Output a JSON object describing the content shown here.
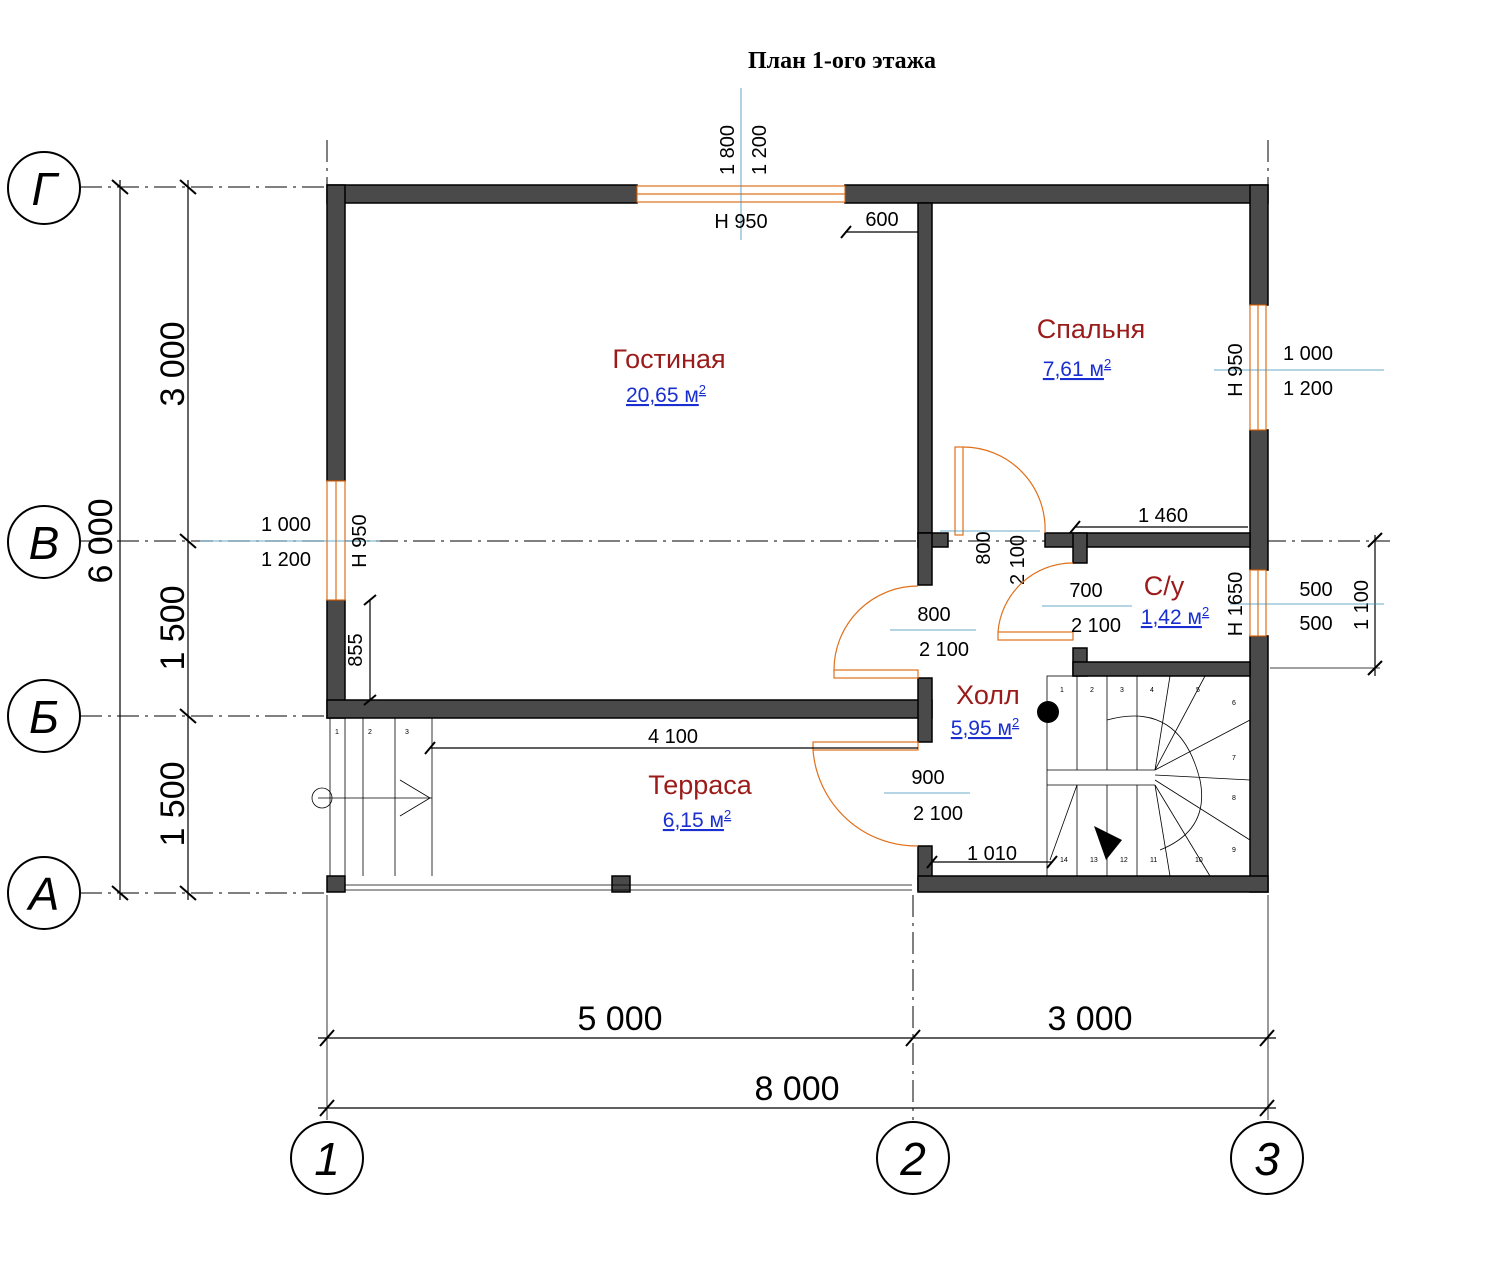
{
  "title": "План 1-ого этажа",
  "axes": {
    "G": "Г",
    "V": "В",
    "B": "Б",
    "A": "А",
    "c1": "1",
    "c2": "2",
    "c3": "3"
  },
  "rooms": {
    "living": {
      "name": "Гостиная",
      "area": "20,65 м",
      "sup": "2"
    },
    "bedroom": {
      "name": "Спальня",
      "area": "7,61 м",
      "sup": "2"
    },
    "wc": {
      "name": "С/у",
      "area": "1,42 м",
      "sup": "2"
    },
    "hall": {
      "name": "Холл",
      "area": "5,95 м",
      "sup": "2"
    },
    "terrace": {
      "name": "Терраса",
      "area": "6,15 м",
      "sup": "2"
    }
  },
  "dims": {
    "left_3000": "3 000",
    "left_6000": "6 000",
    "left_1500a": "1 500",
    "left_1500b": "1 500",
    "bottom_5000": "5 000",
    "bottom_3000": "3 000",
    "bottom_8000": "8 000",
    "right_1100": "1 100",
    "top_win_w": "1 800",
    "top_win_h": "1 200",
    "top_win_sill": "Н  950",
    "d600": "600",
    "bed_win_w": "1 000",
    "bed_win_h": "1 200",
    "bed_win_sill": "Н  950",
    "left_win_w": "1 000",
    "left_win_h": "1 200",
    "left_win_sill": "Н  950",
    "d855": "855",
    "d1460": "1 460",
    "bed_door_w": "800",
    "bed_door_h": "2 100",
    "wc_door_w": "700",
    "wc_door_h": "2 100",
    "wc_win_w": "500",
    "wc_win_h": "500",
    "wc_win_sill": "Н  1650",
    "living_door_w": "800",
    "living_door_h": "2 100",
    "ter_door_w": "900",
    "ter_door_h": "2 100",
    "d4100": "4 100",
    "d1010": "1 010"
  },
  "stairs": {
    "steps": [
      "1",
      "2",
      "3",
      "4",
      "5",
      "6",
      "7",
      "8",
      "9",
      "10",
      "11",
      "12",
      "13",
      "14"
    ],
    "ter_steps": [
      "1",
      "2",
      "3"
    ]
  },
  "colors": {
    "wall": "#4a4a4a",
    "door": "#e0701a",
    "room_name": "#9b1b1b",
    "area": "#1a2fd0"
  }
}
